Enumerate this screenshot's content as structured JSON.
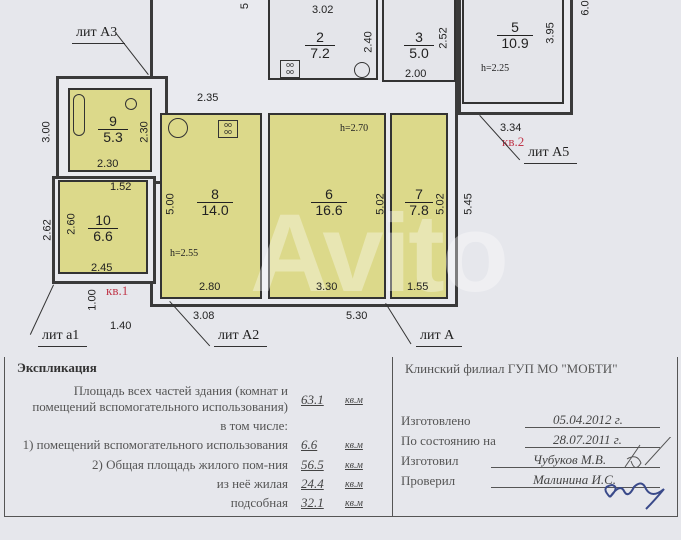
{
  "rooms": [
    {
      "id": "2",
      "area": "7.2"
    },
    {
      "id": "3",
      "area": "5.0"
    },
    {
      "id": "5",
      "area": "10.9"
    },
    {
      "id": "9",
      "area": "5.3"
    },
    {
      "id": "10",
      "area": "6.6"
    },
    {
      "id": "8",
      "area": "14.0"
    },
    {
      "id": "6",
      "area": "16.6"
    },
    {
      "id": "7",
      "area": "7.8"
    }
  ],
  "dims": {
    "d302": "3.02",
    "d240": "2.40",
    "d252": "2.52",
    "d200": "2.00",
    "d395": "3.95",
    "d600": "6.0",
    "d334": "3.34",
    "d235": "2.35",
    "d300": "3.00",
    "d230v": "2.30",
    "d230h": "2.30",
    "d152": "1.52",
    "d262": "2.62",
    "d260": "2.60",
    "d245": "2.45",
    "d100": "1.00",
    "d140": "1.40",
    "d500": "5.00",
    "d280": "2.80",
    "d308": "3.08",
    "d502a": "5.02",
    "d330": "3.30",
    "d502b": "5.02",
    "d155": "1.55",
    "d530": "5.30",
    "d545": "5.45",
    "d5top": "5"
  },
  "heights": {
    "h225": "h=2.25",
    "h270": "h=2.70",
    "h255": "h=2.55"
  },
  "labels": {
    "litA3": "лит А3",
    "litA5": "лит А5",
    "lita1": "лит а1",
    "litA2": "лит А2",
    "litA": "лит А",
    "kv1": "кв.1",
    "kv2": "кв.2"
  },
  "watermark": "Avito",
  "explication": {
    "title": "Экспликация",
    "total_label_1": "Площадь всех частей здания (комнат и",
    "total_label_2": "помещений вспомогательного использования)",
    "total": "63.1",
    "incl": "в том числе:",
    "aux_label": "1) помещений вспомогательного использования",
    "aux": "6.6",
    "living_total_label": "2) Общая площадь жилого пом-ния",
    "living_total": "56.5",
    "living_label": "из неё жилая",
    "living": "24.4",
    "util_label": "подсобная",
    "util": "32.1",
    "unit": "кв.м"
  },
  "org": {
    "name": "Клинский филиал ГУП МО \"МОБТИ\"",
    "made_label": "Изготовлено",
    "made": "05.04.2012 г.",
    "state_label": "По состоянию на",
    "state": "28.07.2011 г.",
    "maker_label": "Изготовил",
    "maker": "Чубуков М.В.",
    "checker_label": "Проверил",
    "checker": "Малинина И.С."
  },
  "colors": {
    "living_fill": "#dcd98a",
    "kv_label": "#c0374a"
  }
}
